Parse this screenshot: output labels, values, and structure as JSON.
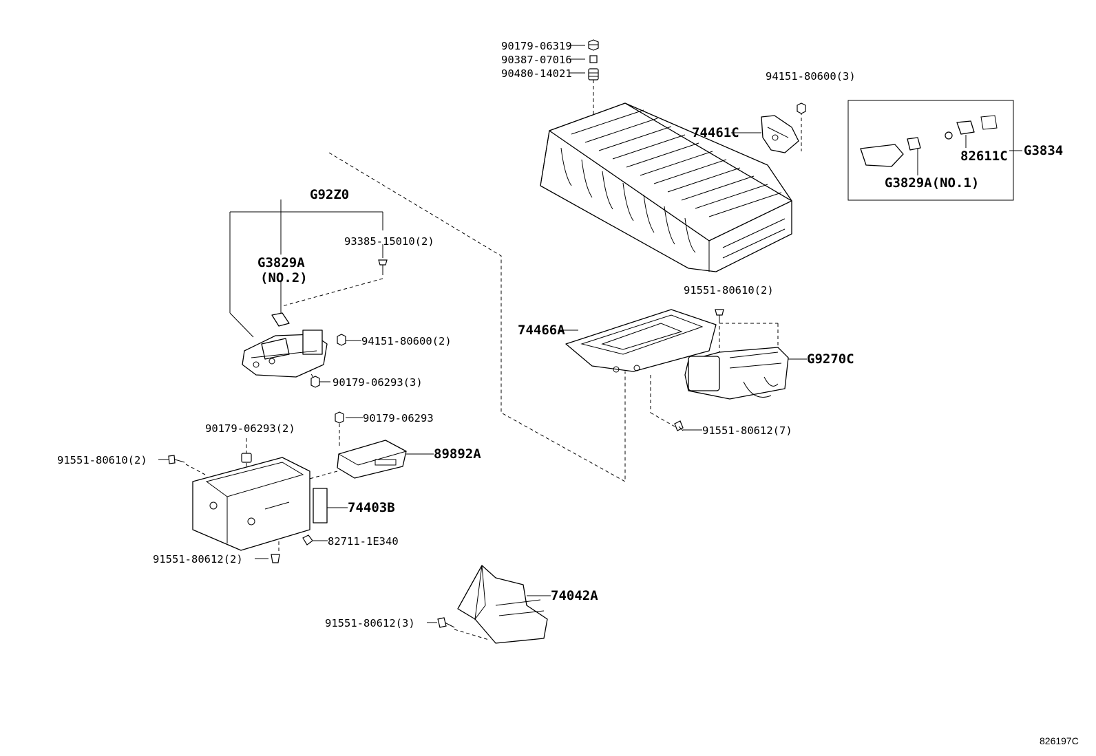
{
  "diagram_ref": "826197C",
  "callouts": {
    "c1": "90179-06319",
    "c2": "90387-07016",
    "c3": "90480-14021",
    "c4": "94151-80600(3)",
    "c5": "74461C",
    "c6": "82611C",
    "c7": "G3834",
    "c8": "G3829A(NO.1)",
    "c9": "G92Z0",
    "c10": "93385-15010(2)",
    "c11": "G3829A",
    "c12": "(NO.2)",
    "c13": "94151-80600(2)",
    "c14": "90179-06293(3)",
    "c15": "91551-80610(2)",
    "c16": "74466A",
    "c17": "G9270C",
    "c18": "91551-80612(7)",
    "c19": "90179-06293",
    "c20": "90179-06293(2)",
    "c21": "91551-80610(2)",
    "c22": "89892A",
    "c23": "74403B",
    "c24": "82711-1E340",
    "c25": "91551-80612(2)",
    "c26": "74042A",
    "c27": "91551-80612(3)"
  }
}
